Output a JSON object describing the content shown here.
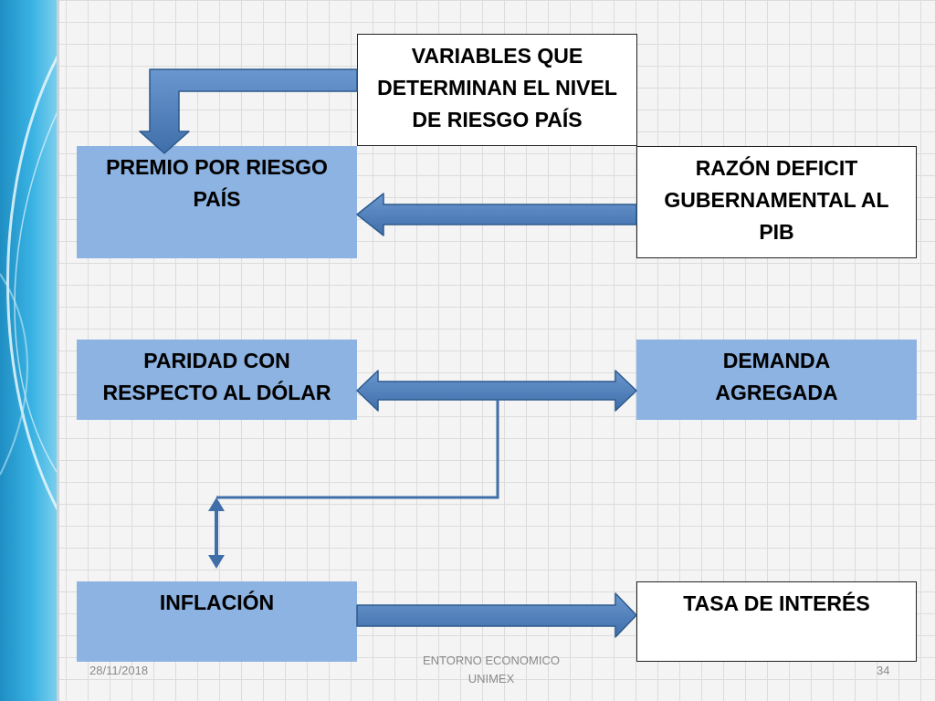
{
  "nodes": {
    "variables": "VARIABLES QUE DETERMINAN EL NIVEL DE RIESGO PAÍS",
    "premio": "PREMIO POR RIESGO PAÍS",
    "razon": "RAZÓN DEFICIT GUBERNAMENTAL AL PIB",
    "paridad": "PARIDAD CON RESPECTO AL DÓLAR",
    "demanda": "DEMANDA AGREGADA",
    "inflacion": "INFLACIÓN",
    "tasa": "TASA DE INTERÉS"
  },
  "footer": {
    "date": "28/11/2018",
    "center_line1": "ENTORNO ECONOMICO",
    "center_line2": "UNIMEX",
    "page": "34"
  },
  "colors": {
    "box_blue": "#8db3e2",
    "arrow_fill": "#4f81bd",
    "arrow_stroke": "#2c5a8c"
  }
}
